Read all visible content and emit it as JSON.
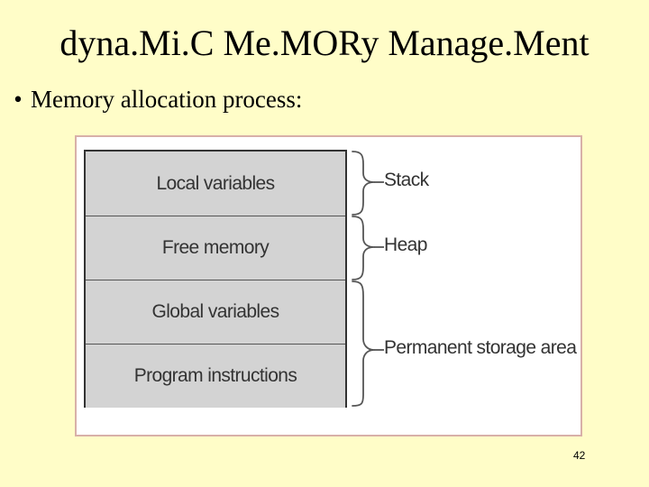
{
  "slide": {
    "title": "dyna.Mi.C Me.MORy Manage.Ment",
    "bullet_symbol": "•",
    "bullet_text": "Memory allocation process:",
    "page_number": "42",
    "background_color": "#fffdc8"
  },
  "figure": {
    "blocks": [
      {
        "label": "Local variables"
      },
      {
        "label": "Free memory"
      },
      {
        "label": "Global variables"
      },
      {
        "label": "Program instructions"
      }
    ],
    "regions": [
      {
        "label": "Stack"
      },
      {
        "label": "Heap"
      },
      {
        "label": "Permanent storage area"
      }
    ],
    "block_color": "#d3d3d3",
    "frame_border_color": "#d8b0a8"
  }
}
